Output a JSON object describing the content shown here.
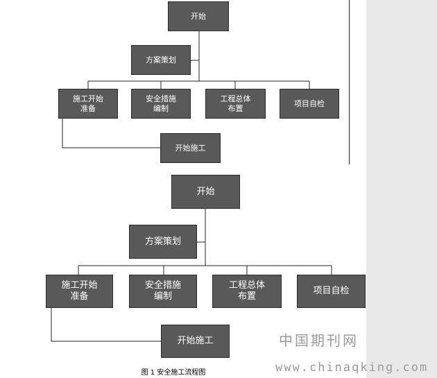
{
  "diagram_top": {
    "start": "开始",
    "plan": "方案策划",
    "prep": "施工开始\n准备",
    "safety": "安全措施\n编制",
    "layout": "工程总体\n布置",
    "check": "项目自检",
    "begin": "开始施工"
  },
  "diagram_bottom": {
    "start": "开始",
    "plan": "方案策划",
    "prep": "施工开始\n准备",
    "safety": "安全措施\n编制",
    "layout": "工程总体\n布置",
    "check": "项目自检",
    "begin": "开始施工"
  },
  "caption": "图 1 安全施工流程图",
  "watermark": {
    "name": "中国期刊网",
    "url": "www.chinaqking.com"
  },
  "colors": {
    "node_fill": "#595959",
    "node_border": "#2b2b2b",
    "node_text": "#ffffff",
    "connector": "#222222",
    "gutter": "#e9e9e9",
    "watermark": "#9a9a9a"
  }
}
